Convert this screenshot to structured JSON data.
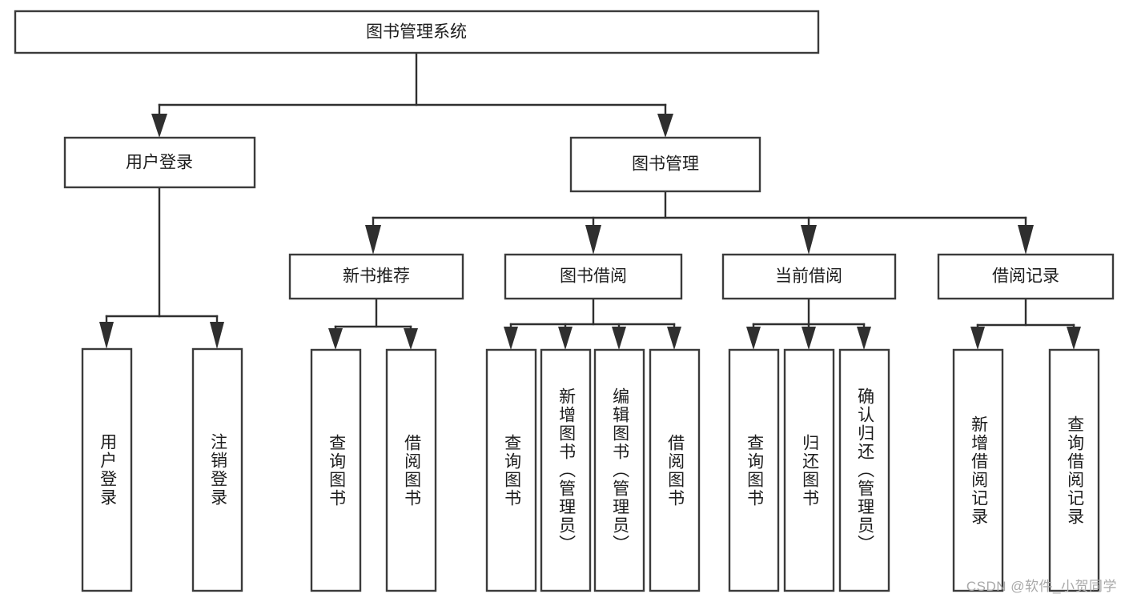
{
  "diagram": {
    "type": "tree-hierarchy",
    "title": "图书管理系统",
    "orientation": "top-down",
    "colors": {
      "box_stroke": "#3b3b3b",
      "box_fill": "#ffffff",
      "connector": "#2f2f2f",
      "text": "#1d1d1d",
      "background": "#ffffff",
      "watermark": "#a9a9a9"
    },
    "root": {
      "label": "图书管理系统"
    },
    "level2": [
      {
        "label": "用户登录"
      },
      {
        "label": "图书管理"
      }
    ],
    "level3": [
      {
        "label": "新书推荐"
      },
      {
        "label": "图书借阅"
      },
      {
        "label": "当前借阅"
      },
      {
        "label": "借阅记录"
      }
    ],
    "leaves": {
      "user_login": [
        {
          "label": "用户登录"
        },
        {
          "label": "注销登录"
        }
      ],
      "new_book_recommend": [
        {
          "label": "查询图书"
        },
        {
          "label": "借阅图书"
        }
      ],
      "book_borrow": [
        {
          "label": "查询图书"
        },
        {
          "label": "新增图书（管理员）"
        },
        {
          "label": "编辑图书（管理员）"
        },
        {
          "label": "借阅图书"
        }
      ],
      "current_borrow": [
        {
          "label": "查询图书"
        },
        {
          "label": "归还图书"
        },
        {
          "label": "确认归还（管理员）"
        }
      ],
      "borrow_record": [
        {
          "label": "新增借阅记录"
        },
        {
          "label": "查询借阅记录"
        }
      ]
    }
  },
  "watermark": {
    "text": "CSDN @软件_小贺同学"
  }
}
